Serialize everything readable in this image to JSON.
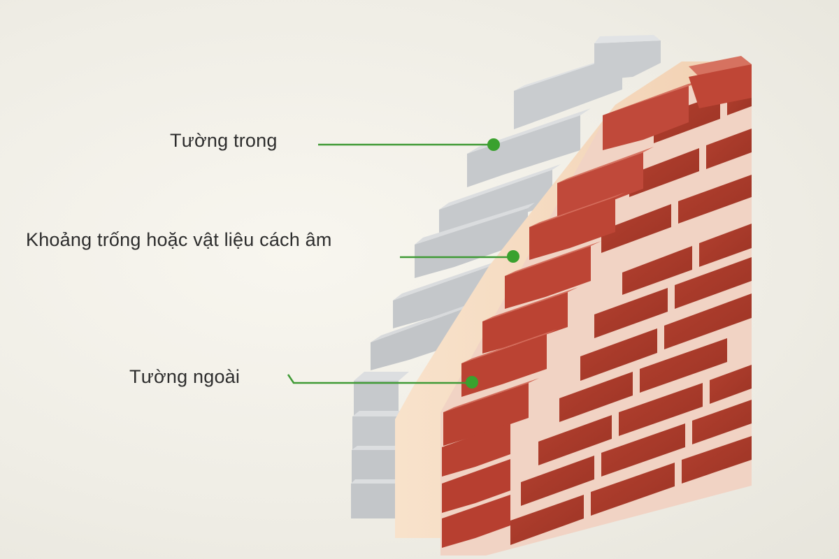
{
  "labels": {
    "inner_wall": "Tường trong",
    "gap_insulation": "Khoảng trống hoặc vật liệu cách âm",
    "outer_wall": "Tường ngoài"
  },
  "colors": {
    "leader_line": "#3f9a35",
    "leader_dot": "#3aa12e",
    "brick_front": "#c0493a",
    "brick_top": "#d6705f",
    "mortar": "#f3d8cb",
    "block_front": "#c2c5c8",
    "block_top": "#d8dadc",
    "insulation": "#f6dcc1"
  }
}
